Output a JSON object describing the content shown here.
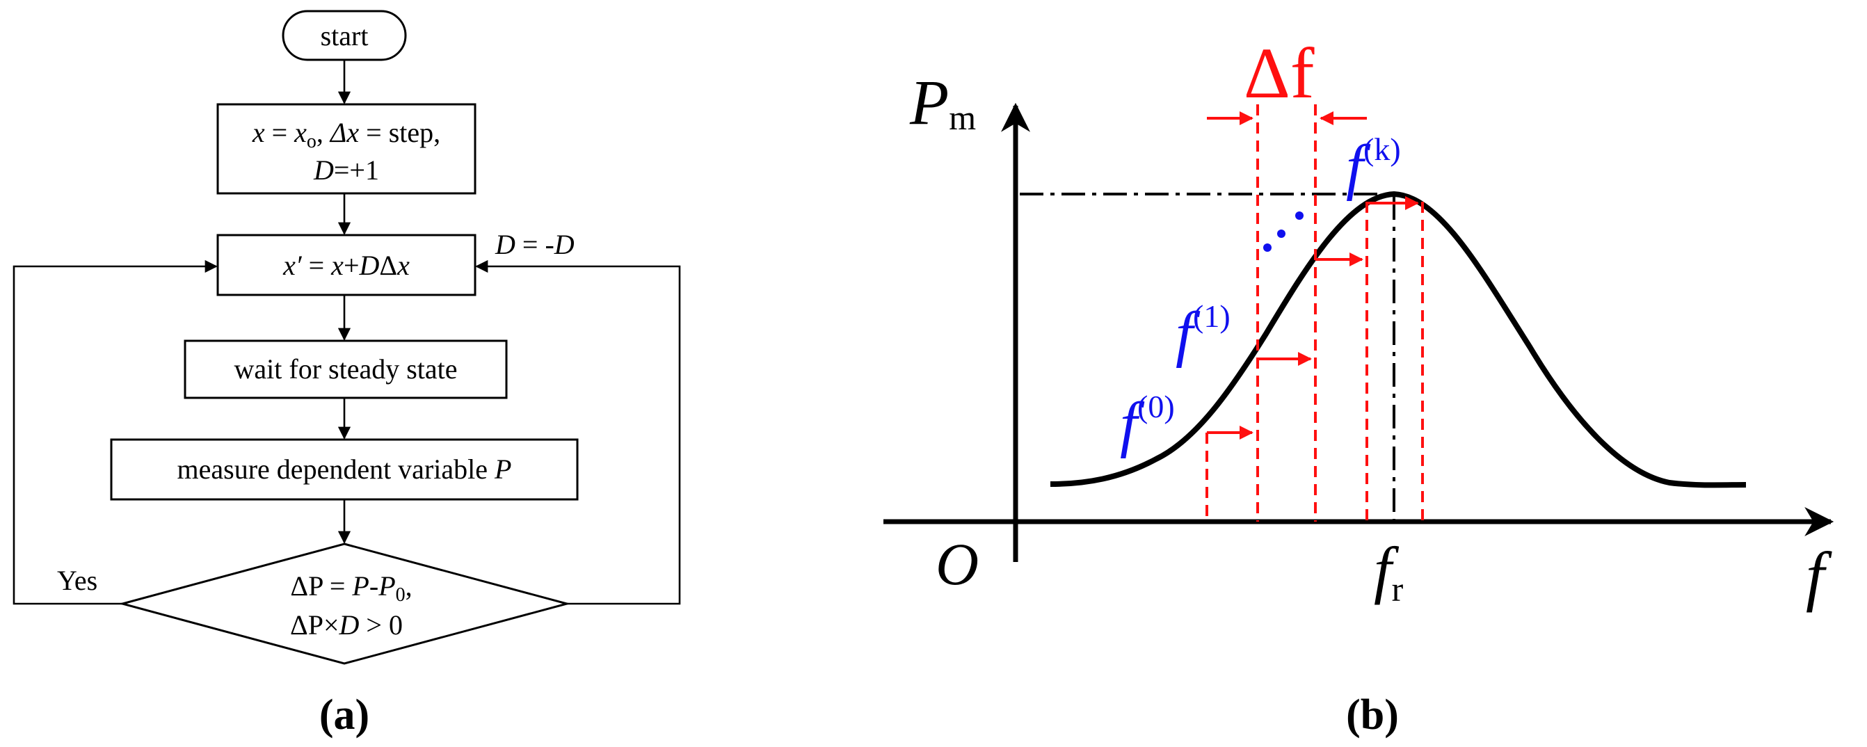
{
  "panel_a": {
    "start_label": "start",
    "init_line1_parts": [
      "x",
      " = ",
      "x",
      "o",
      ", ",
      "Δx",
      " = step,"
    ],
    "init_line2_parts": [
      "D",
      "=+1"
    ],
    "update_parts": [
      "x′",
      " = ",
      "x",
      "+",
      "D",
      "Δ",
      "x"
    ],
    "negate_parts": [
      "D",
      " = -",
      "D"
    ],
    "wait_label": "wait for steady state",
    "measure_label": "measure dependent variable ",
    "measure_var": "P",
    "decision_line1_parts": [
      "ΔP",
      " = ",
      "P",
      "-",
      "P",
      "0",
      ","
    ],
    "decision_line2_parts": [
      "ΔP",
      "×",
      "D",
      " > 0"
    ],
    "yes_label": "Yes",
    "caption": "(a)"
  },
  "panel_b": {
    "y_axis_label": "P",
    "y_axis_sub": "m",
    "x_axis_label": "f",
    "origin_label": "O",
    "peak_label": "f",
    "peak_sub": "r",
    "delta_label": "Δf",
    "iter_0": "f",
    "iter_0_sup": "(0)",
    "iter_1": "f",
    "iter_1_sup": "(1)",
    "iter_k": "f",
    "iter_k_sup": "(k)",
    "caption": "(b)"
  },
  "colors": {
    "line": "#000000",
    "red": "#ff1010",
    "blue": "#1010ee"
  }
}
